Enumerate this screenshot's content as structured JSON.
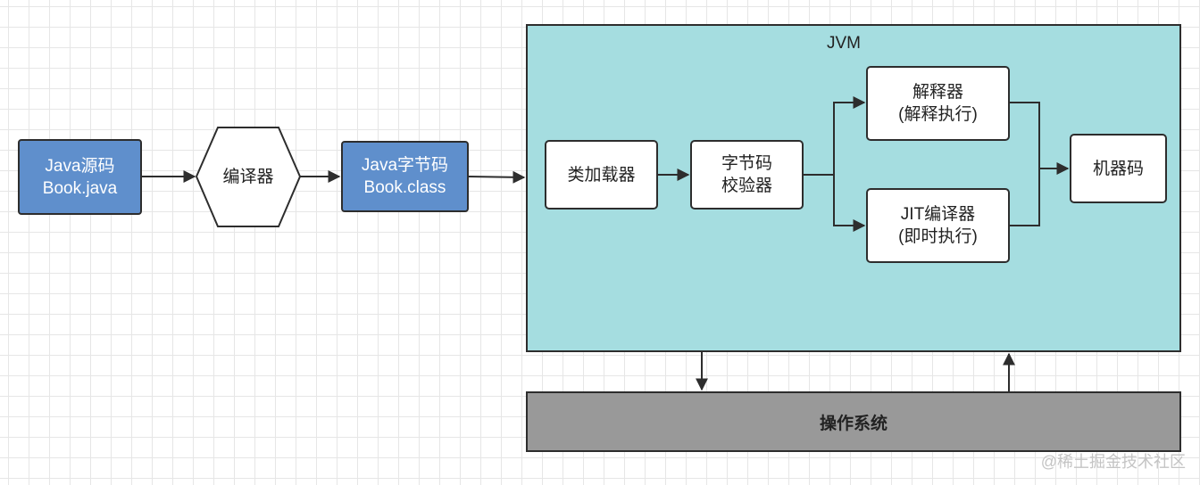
{
  "nodes": {
    "java_source": "Java源码\nBook.java",
    "compiler": "编译器",
    "bytecode": "Java字节码\nBook.class",
    "jvm_title": "JVM",
    "class_loader": "类加载器",
    "verifier": "字节码\n校验器",
    "interpreter": "解释器\n(解释执行)",
    "jit": "JIT编译器\n(即时执行)",
    "machine_code": "机器码",
    "os": "操作系统"
  },
  "watermark": "@稀土掘金技术社区",
  "colors": {
    "source_fill": "#5f8fcc",
    "jvm_fill": "#a5dde0",
    "os_fill": "#999999",
    "stroke": "#2d2d2d"
  }
}
